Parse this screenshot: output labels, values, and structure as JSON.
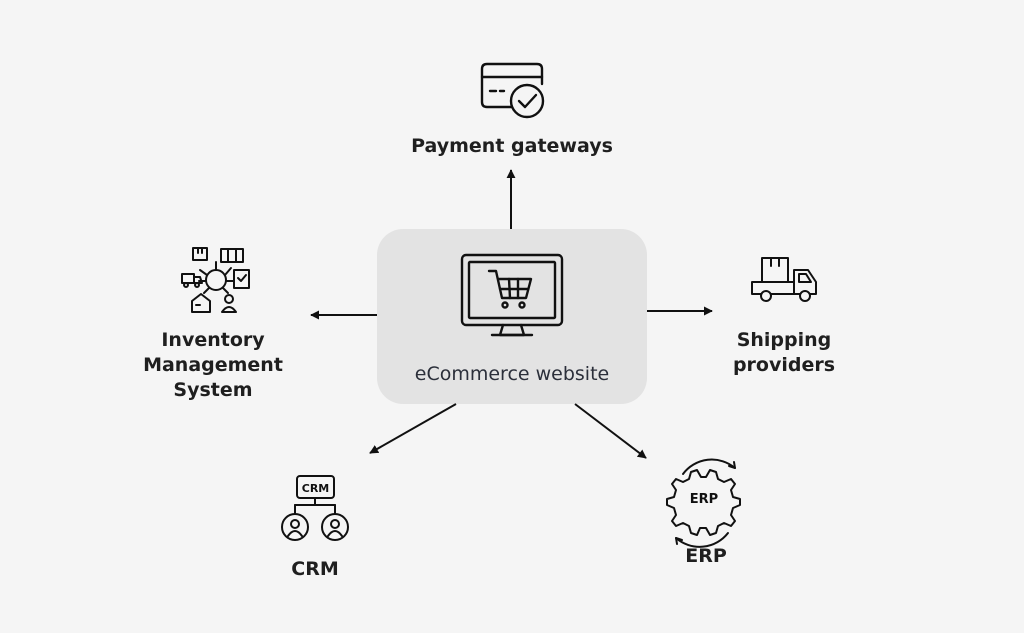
{
  "center": {
    "label": "eCommerce website",
    "icon": "shopping-cart-monitor-icon"
  },
  "nodes": {
    "payment": {
      "label": "Payment gateways",
      "icon": "payment-card-check-icon"
    },
    "shipping": {
      "label_lines": [
        "Shipping",
        "providers"
      ],
      "icon": "delivery-truck-icon"
    },
    "inventory": {
      "label_lines": [
        "Inventory",
        "Management",
        "System"
      ],
      "icon": "inventory-network-icon"
    },
    "crm": {
      "label": "CRM",
      "icon_text": "CRM",
      "icon": "crm-users-icon"
    },
    "erp": {
      "label": "ERP",
      "icon_text": "ERP",
      "icon": "erp-gear-cycle-icon"
    }
  },
  "colors": {
    "background": "#f5f5f5",
    "hub": "#e3e3e3",
    "stroke": "#111111"
  }
}
